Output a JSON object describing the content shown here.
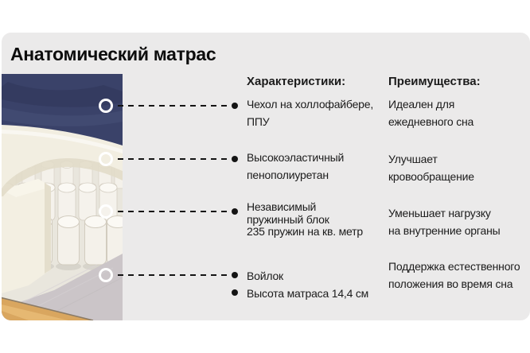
{
  "title": "Анатомический матрас",
  "characteristics": {
    "header": "Характеристики:",
    "items": [
      {
        "text": "Чехол на холлофайбере,\nППУ"
      },
      {
        "text": "Высокоэластичный\nпенополиуретан"
      },
      {
        "text": "Независимый\nпружинный блок\n235 пружин на кв. метр"
      },
      {
        "text": "Войлок"
      },
      {
        "text": "Высота матраса 14,4 см"
      }
    ]
  },
  "advantages": {
    "header": "Преимущества:",
    "items": [
      {
        "text": "Идеален для\nежедневного сна"
      },
      {
        "text": "Улучшает\nкровообращение"
      },
      {
        "text": "Уменьшает нагрузку\nна внутренние органы"
      },
      {
        "text": "Поддержка естественного\nположения во время сна"
      }
    ]
  },
  "photo": {
    "description": "Поперечный разрез матраса: чехол, пенополиуретан, пружинный блок, войлок",
    "colors": {
      "cover_fabric": "#3a4269",
      "foam": "#f2eee1",
      "springs": "#f4f1ea",
      "felt": "#cbc5c8",
      "wood": "#d9a65f"
    }
  },
  "theme": {
    "panel_bg": "#ebeaea",
    "page_bg": "#ffffff",
    "text_color": "#1b1b1b",
    "marker_color": "#141414",
    "ring_color": "#ffffff"
  }
}
